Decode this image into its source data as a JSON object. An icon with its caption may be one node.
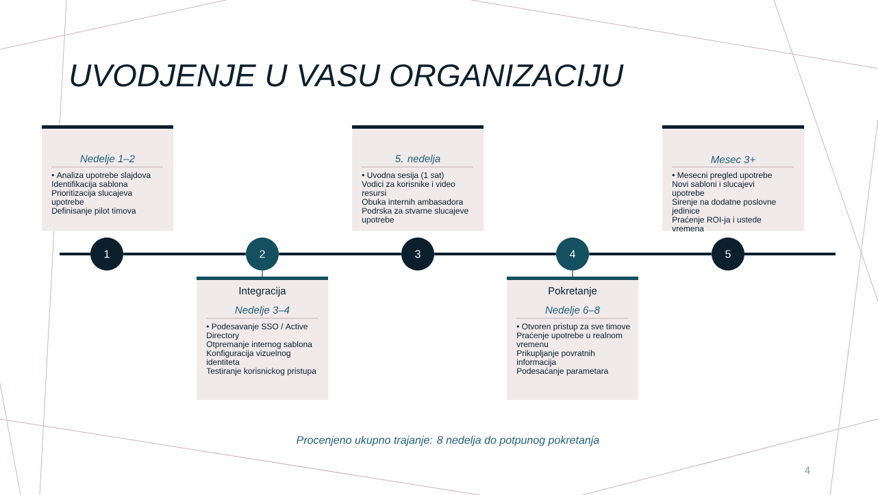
{
  "diagram": {
    "title": "UVODJENJE U VASU ORGANIZACIJU",
    "caption": "Procenjeno ukupno trajanje: 8 nedelja do potpunog pokretanja",
    "nodes": [
      {
        "text": [
          "1"
        ]
      },
      {
        "text": [
          "2"
        ]
      },
      {
        "text": [
          "3"
        ]
      },
      {
        "text": [
          "4"
        ]
      },
      {
        "text": [
          "5"
        ]
      },
      {
        "text": [
          "Nedelje 1–2",
          "• Analiza upotrebe slajdova",
          "Identifikacija sablona",
          "Prioritizacija slucajeva upotrebe",
          "Definisanje pilot timova"
        ]
      },
      {
        "text": [
          "Integracija",
          "Nedelje 3–4",
          "• Podesavanje SSO / Active Directory",
          "Otpremanje internog sablona",
          "Konfiguracija vizuelnog identiteta",
          "Testiranje korisnickog pristupa"
        ]
      },
      {
        "text": [
          "5. nedelja",
          "• Uvodna sesija (1 sat)",
          "Vodici za korisnike i video resursi",
          "Obuka internih ambasadora",
          "Podrska za stvarne slucajeve upotrebe"
        ]
      },
      {
        "text": [
          "Pokretanje",
          "Nedelje 6–8",
          "• Otvoren pristup za sve timove",
          "Praćenje upotrebe u realnom vremenu",
          "Prikupljanje povratnih informacija",
          "Podesaćanje parametara"
        ]
      },
      {
        "text": [
          "Mesec 3+",
          "• Mesecni pregled upotrebe",
          "Novi sabloni i slucajevi upotrebe",
          "Sirenje na dodatne poslovne jedinice",
          "Praćenje ROI-ja i ustede vremena"
        ]
      }
    ],
    "edges": [
      {
        "from": 0,
        "to": 1,
        "arrow": "none"
      },
      {
        "from": 1,
        "to": 2,
        "arrow": "none"
      },
      {
        "from": 2,
        "to": 3,
        "arrow": "none"
      },
      {
        "from": 3,
        "to": 4,
        "arrow": "none"
      },
      {
        "from": 1,
        "to": 6,
        "arrow": "none",
        "color": "#14505f"
      },
      {
        "from": 3,
        "to": 8,
        "arrow": "none",
        "color": "#14505f"
      }
    ],
    "labels": [
      "4"
    ]
  }
}
